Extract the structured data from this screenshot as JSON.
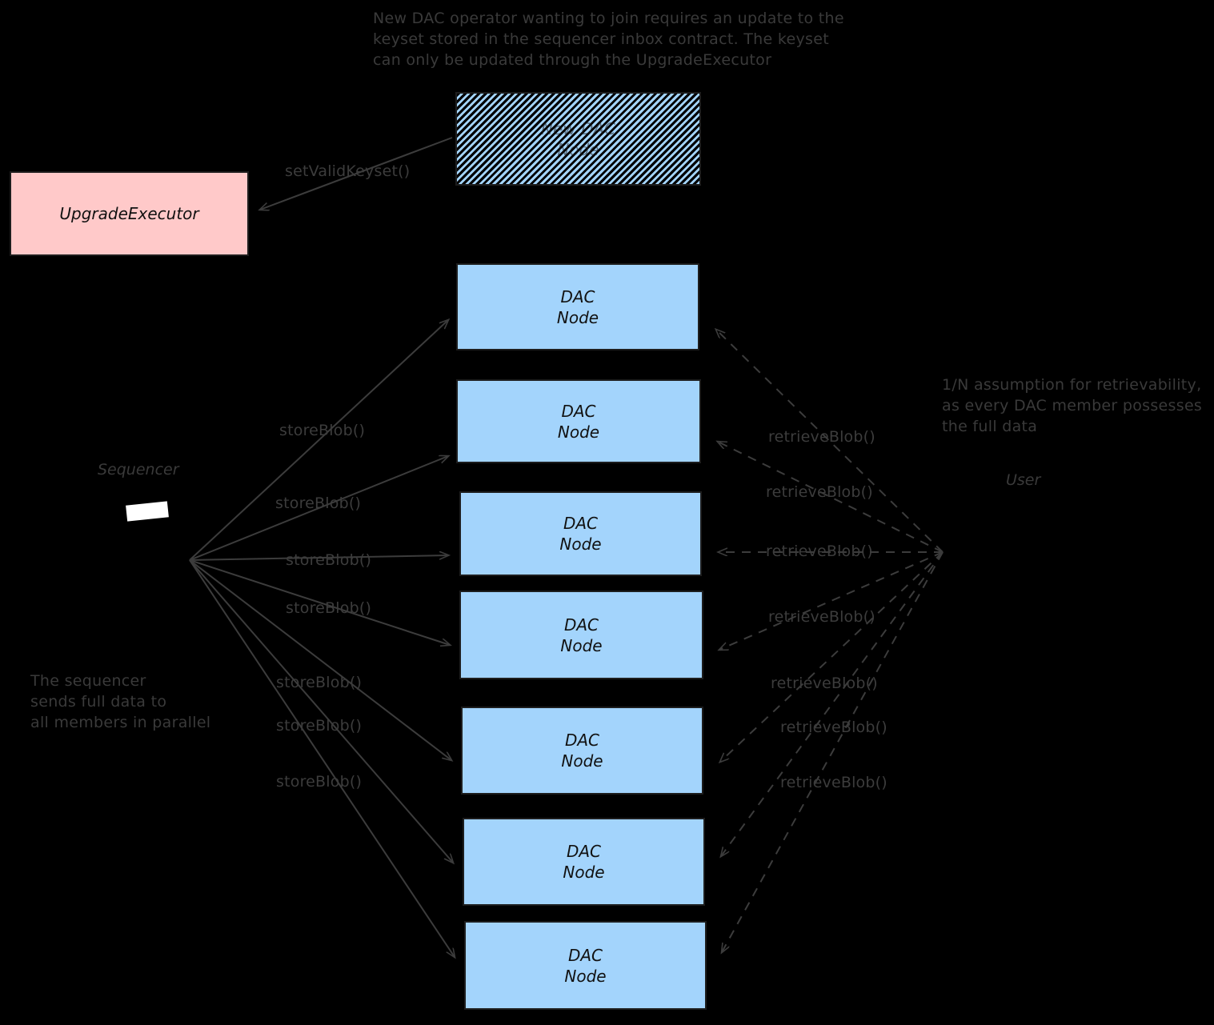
{
  "diagram": {
    "title_note": "New DAC operator wanting to join requires an update to the\nkeyset stored in the sequencer inbox contract. The keyset\ncan only be updated through the UpgradeExecutor",
    "retrievability_note": "1/N assumption for retrievability,\nas every DAC member possesses\nthe full data",
    "sequencer_note": "The sequencer\nsends full data to\nall members in parallel",
    "colors": {
      "background": "#000000",
      "node_fill": "#a3d4fc",
      "node_stroke": "#1d1d1d",
      "upgrade_executor_fill": "#ffc9c9",
      "text": "#3a3a3a",
      "edge": "#3c3c3c"
    },
    "actors": {
      "sequencer_label": "Sequencer",
      "user_label": "User"
    },
    "boxes": {
      "upgrade_executor": "UpgradeExecutor",
      "new_dac_node": "New DAC\nNode"
    },
    "dac_nodes": [
      {
        "label": "DAC\nNode"
      },
      {
        "label": "DAC\nNode"
      },
      {
        "label": "DAC\nNode"
      },
      {
        "label": "DAC\nNode"
      },
      {
        "label": "DAC\nNode"
      },
      {
        "label": "DAC\nNode"
      },
      {
        "label": "DAC\nNode"
      }
    ],
    "edges": {
      "set_valid_keyset": "setValidKeyset()",
      "store_blob": [
        "storeBlob()",
        "storeBlob()",
        "storeBlob()",
        "storeBlob()",
        "storeBlob()",
        "storeBlob()",
        "storeBlob()"
      ],
      "retrieve_blob": [
        "retrieveBlob()",
        "retrieveBlob()",
        "retrieveBlob()",
        "retrieveBlob()",
        "retrieveBlob()",
        "retrieveBlob()",
        "retrieveBlob()"
      ]
    }
  }
}
